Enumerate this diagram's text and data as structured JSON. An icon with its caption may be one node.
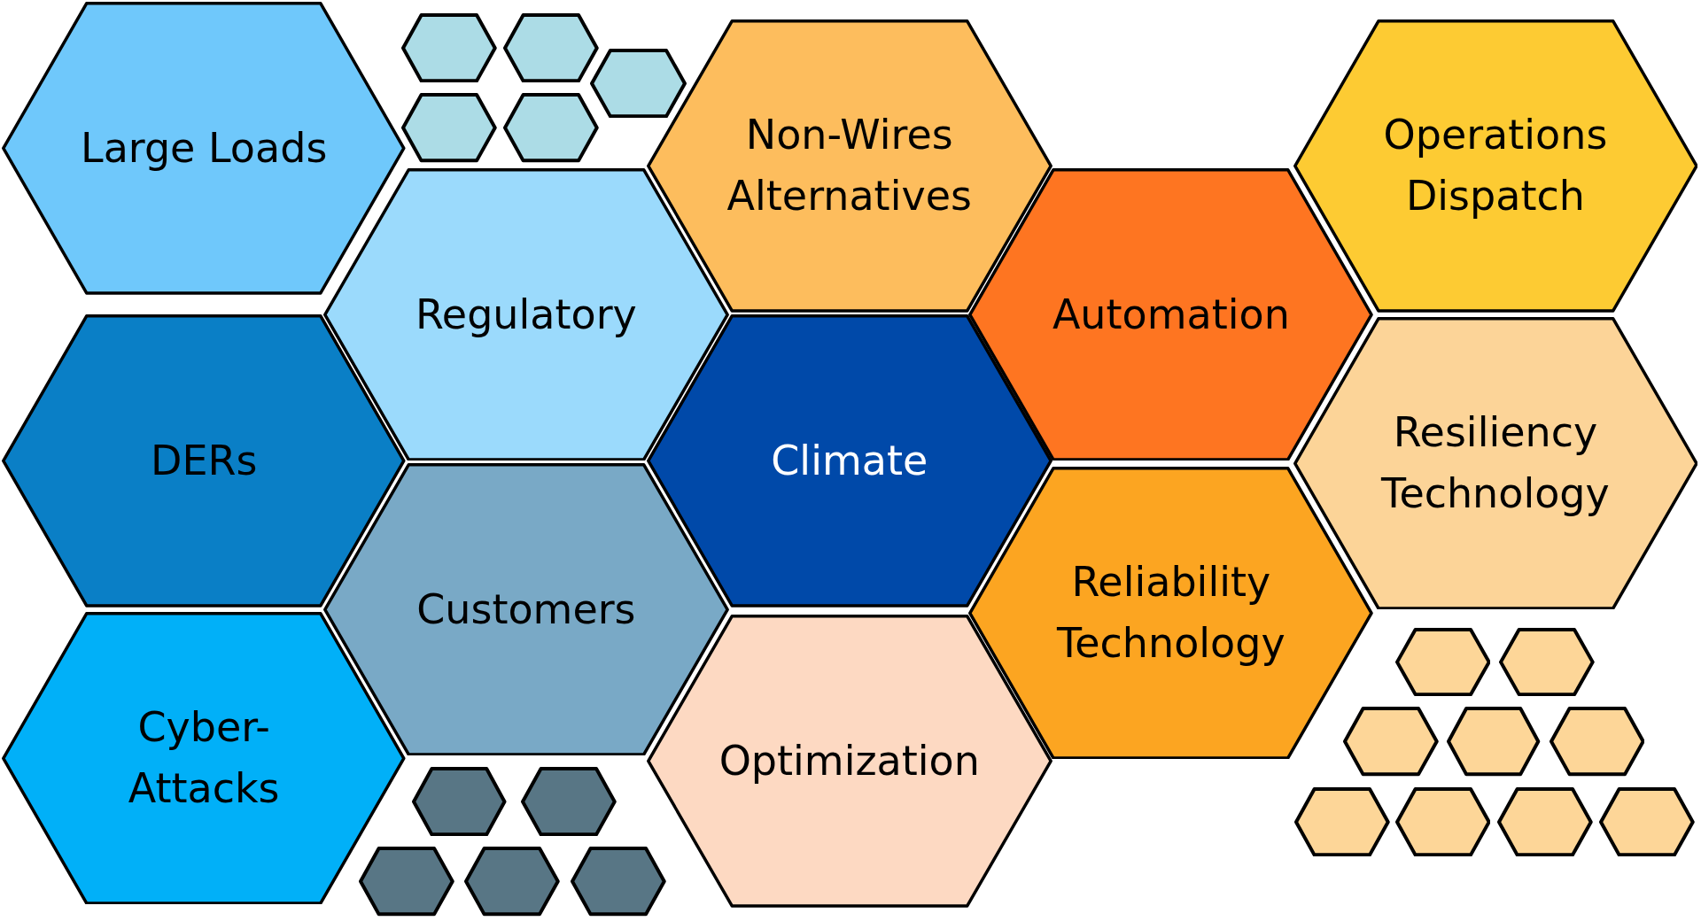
{
  "diagram": {
    "nodes": [
      {
        "text": [
          "Large Loads"
        ]
      },
      {
        "text": [
          "Non-Wires Alternatives"
        ]
      },
      {
        "text": [
          "Operations Dispatch"
        ]
      },
      {
        "text": [
          "Regulatory"
        ]
      },
      {
        "text": [
          "Automation"
        ]
      },
      {
        "text": [
          "DERs"
        ]
      },
      {
        "text": [
          "Climate"
        ]
      },
      {
        "text": [
          "Resiliency Technology"
        ]
      },
      {
        "text": [
          "Customers"
        ]
      },
      {
        "text": [
          "Reliability Technology"
        ]
      },
      {
        "text": [
          "Cyber-Attacks"
        ]
      },
      {
        "text": [
          "Optimization"
        ]
      },
      {
        "text": [],
        "shape": "hexagon"
      },
      {
        "text": [],
        "shape": "hexagon"
      },
      {
        "text": [],
        "shape": "hexagon"
      },
      {
        "text": [],
        "shape": "hexagon"
      },
      {
        "text": [],
        "shape": "hexagon"
      },
      {
        "text": [],
        "shape": "hexagon"
      },
      {
        "text": [],
        "shape": "hexagon"
      },
      {
        "text": [],
        "shape": "hexagon"
      },
      {
        "text": [],
        "shape": "hexagon"
      },
      {
        "text": [],
        "shape": "hexagon"
      },
      {
        "text": [],
        "shape": "hexagon"
      },
      {
        "text": [],
        "shape": "hexagon"
      },
      {
        "text": [],
        "shape": "hexagon"
      },
      {
        "text": [],
        "shape": "hexagon"
      },
      {
        "text": [],
        "shape": "hexagon"
      },
      {
        "text": [],
        "shape": "hexagon"
      },
      {
        "text": [],
        "shape": "hexagon"
      },
      {
        "text": [],
        "shape": "hexagon"
      },
      {
        "text": [],
        "shape": "hexagon"
      }
    ]
  }
}
